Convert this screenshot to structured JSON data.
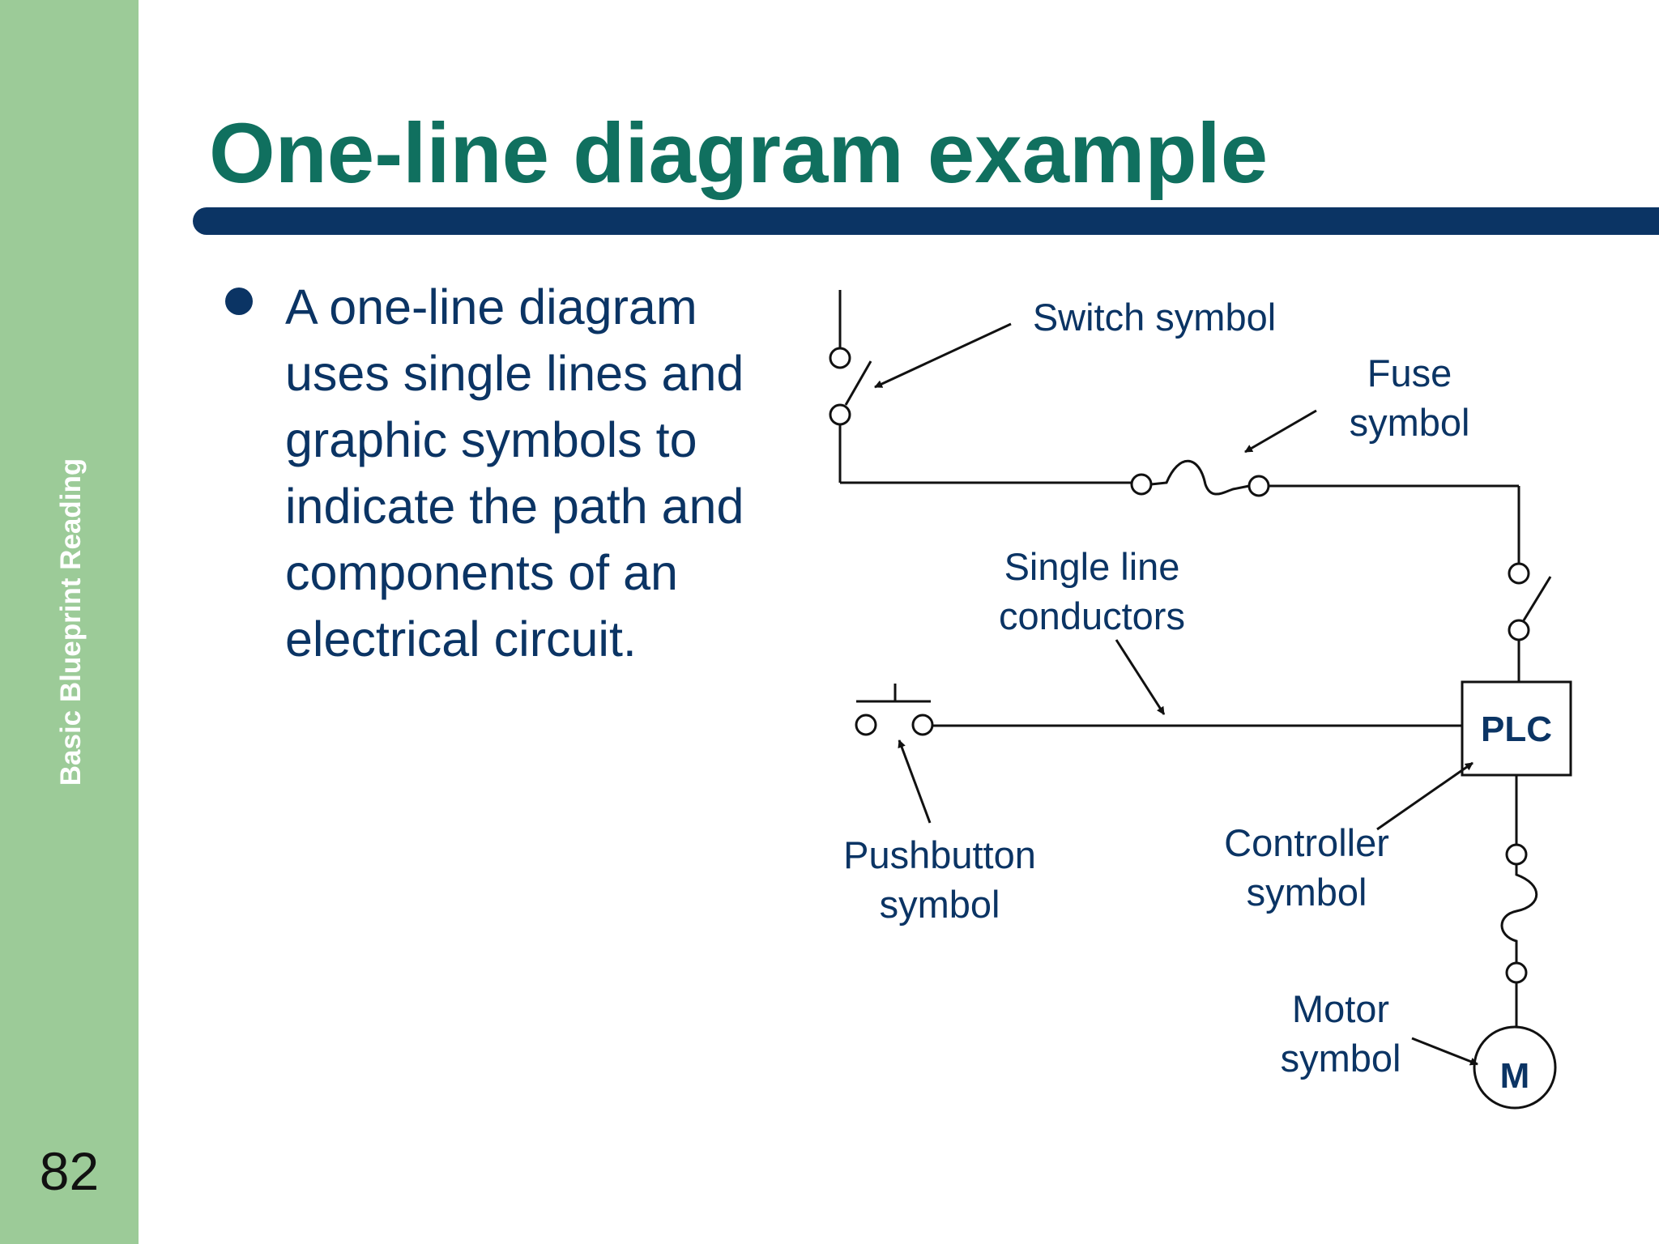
{
  "sidebar": {
    "label": "Basic Blueprint Reading",
    "page_number": "82"
  },
  "slide": {
    "title": "One-line diagram example",
    "bullets": [
      "A one-line diagram uses single lines and graphic symbols to indicate the path and components of an electrical circuit."
    ]
  },
  "diagram": {
    "labels": {
      "switch": "Switch symbol",
      "fuse_1": "Fuse",
      "fuse_2": "symbol",
      "conductors_1": "Single line",
      "conductors_2": "conductors",
      "pushbutton_1": "Pushbutton",
      "pushbutton_2": "symbol",
      "controller_1": "Controller",
      "controller_2": "symbol",
      "motor_1": "Motor",
      "motor_2": "symbol"
    },
    "plc_text": "PLC",
    "motor_text": "M"
  },
  "colors": {
    "sidebar": "#9ccb98",
    "title": "#10705f",
    "accent_bar": "#0b3464",
    "body_text": "#0b3464"
  }
}
